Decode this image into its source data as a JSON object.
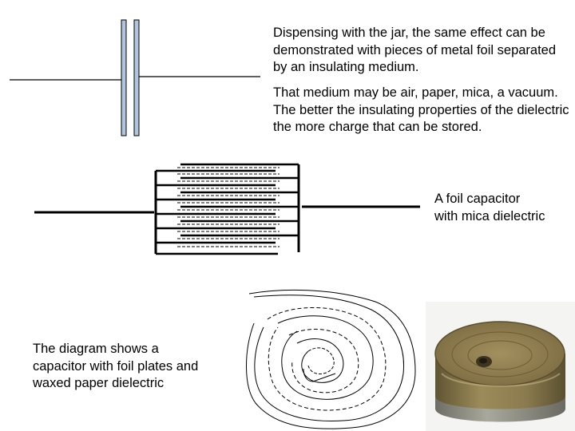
{
  "text": {
    "para1": "Dispensing with the jar, the same effect can be demonstrated with pieces of metal foil separated by an insulating medium.",
    "para2": "That medium may be air, paper, mica, a vacuum. The better the insulating properties of the dielectric the more charge that can be stored.",
    "mica_caption": "A foil capacitor\nwith mica dielectric",
    "waxed_caption": "The diagram shows a\ncapacitor with foil plates and\nwaxed paper dielectric"
  },
  "colors": {
    "plate_fill": "#b0c4de",
    "ink": "#000000",
    "photo_body": "#8a7a4e",
    "photo_band": "#9a9a8e"
  },
  "figures": {
    "parallel_plate_symbol": "two-plate capacitor with leads",
    "stacked_foil_capacitor": "interleaved foil plates with mica layers",
    "rolled_foil_capacitor": "spiral wound foil and waxed paper",
    "capacitor_photo": "foil capacitor roll"
  }
}
